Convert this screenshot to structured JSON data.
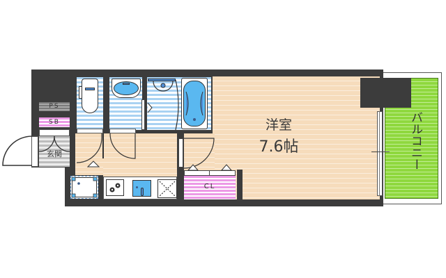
{
  "floorplan": {
    "rooms": {
      "western_room": {
        "name": "洋室",
        "size": "7.6帖"
      },
      "balcony": {
        "name": "バルコニー"
      },
      "entrance": {
        "name": "玄関"
      },
      "closet": {
        "name": "CL"
      },
      "pipe_space": {
        "name": "PS"
      },
      "shoe_box": {
        "name": "SB"
      }
    },
    "colors": {
      "wall": "#3c3c3c",
      "wood_floor": "#f6dcbc",
      "wet_area": "#a9d2f2",
      "storage": "#ec9ae6",
      "balcony": "#8fd83e",
      "fixture_blue": "#5ab8f0"
    }
  }
}
